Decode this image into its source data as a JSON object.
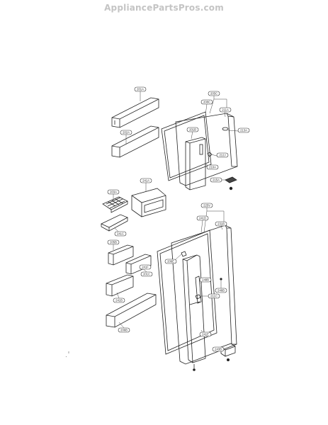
{
  "watermark": "AppliancePartsPros.com",
  "part_labels": {
    "p201a": "201A",
    "p202a": "202A",
    "p203a": "203A",
    "p241c": "241C",
    "p205c": "205C",
    "p208c": "208C",
    "p211a": "211A",
    "p201b": "201B",
    "p213a": "213A",
    "p212j": "212J",
    "p210a": "210A",
    "p215a": "215A",
    "p241a": "241A",
    "p205b": "205B",
    "p201c": "201C",
    "p241b": "241B",
    "p206b": "206B",
    "p241d": "241D",
    "p241e": "241E",
    "p241f": "241F",
    "p225v": "225V",
    "p231b": "231B",
    "p206e": "206E",
    "p248b": "248B",
    "p246b": "246B",
    "p211c": "211C",
    "p243b": "243B"
  }
}
